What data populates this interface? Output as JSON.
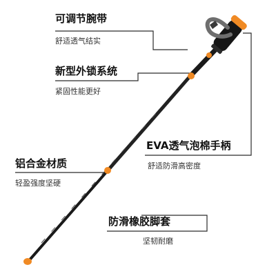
{
  "callouts": {
    "strap": {
      "title": "可调节腕带",
      "subtitle": "舒适透气结实"
    },
    "lock": {
      "title": "新型外锁系统",
      "subtitle": "紧固性能更好"
    },
    "handle": {
      "title": "EVA透气泡棉手柄",
      "subtitle": "舒适防滑高密度"
    },
    "material": {
      "title": "铝合金材质",
      "subtitle": "轻盈强度坚硬"
    },
    "tip": {
      "title": "防滑橡胶脚套",
      "subtitle": "坚韧耐磨"
    }
  },
  "colors": {
    "accent": "#f08a24",
    "pole_dark": "#1a1a1a",
    "pole_mid": "#3a3a3a",
    "handle_black": "#161616",
    "strap_gray": "#6e6e6e",
    "line": "#2a2a2a"
  }
}
